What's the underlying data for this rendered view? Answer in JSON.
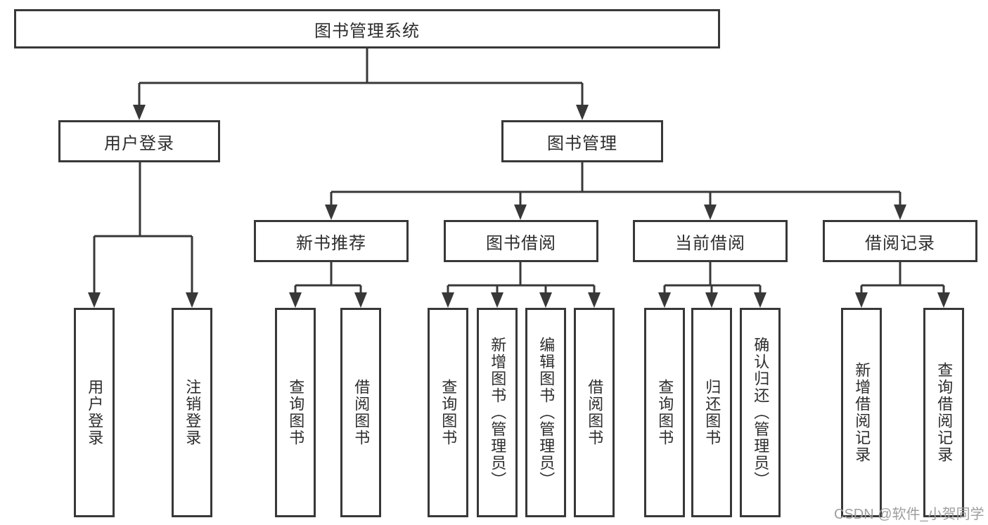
{
  "diagram": {
    "root": {
      "label": "图书管理系统"
    },
    "branches": [
      {
        "label": "用户登录",
        "children": [
          {
            "label": "用户登录"
          },
          {
            "label": "注销登录"
          }
        ]
      },
      {
        "label": "图书管理",
        "children": [
          {
            "label": "新书推荐",
            "children": [
              {
                "label": "查询图书"
              },
              {
                "label": "借阅图书"
              }
            ]
          },
          {
            "label": "图书借阅",
            "children": [
              {
                "label": "查询图书"
              },
              {
                "label": "新增图书（管理员）"
              },
              {
                "label": "编辑图书（管理员）"
              },
              {
                "label": "借阅图书"
              }
            ]
          },
          {
            "label": "当前借阅",
            "children": [
              {
                "label": "查询图书"
              },
              {
                "label": "归还图书"
              },
              {
                "label": "确认归还（管理员）"
              }
            ]
          },
          {
            "label": "借阅记录",
            "children": [
              {
                "label": "新增借阅记录"
              },
              {
                "label": "查询借阅记录"
              }
            ]
          }
        ]
      }
    ],
    "watermark": "CSDN @软件_小贺同学",
    "colors": {
      "line": "#383838",
      "box_border": "#383838",
      "text": "#2d2d2d",
      "watermark": "#9e9e9e",
      "background": "#ffffff"
    }
  }
}
